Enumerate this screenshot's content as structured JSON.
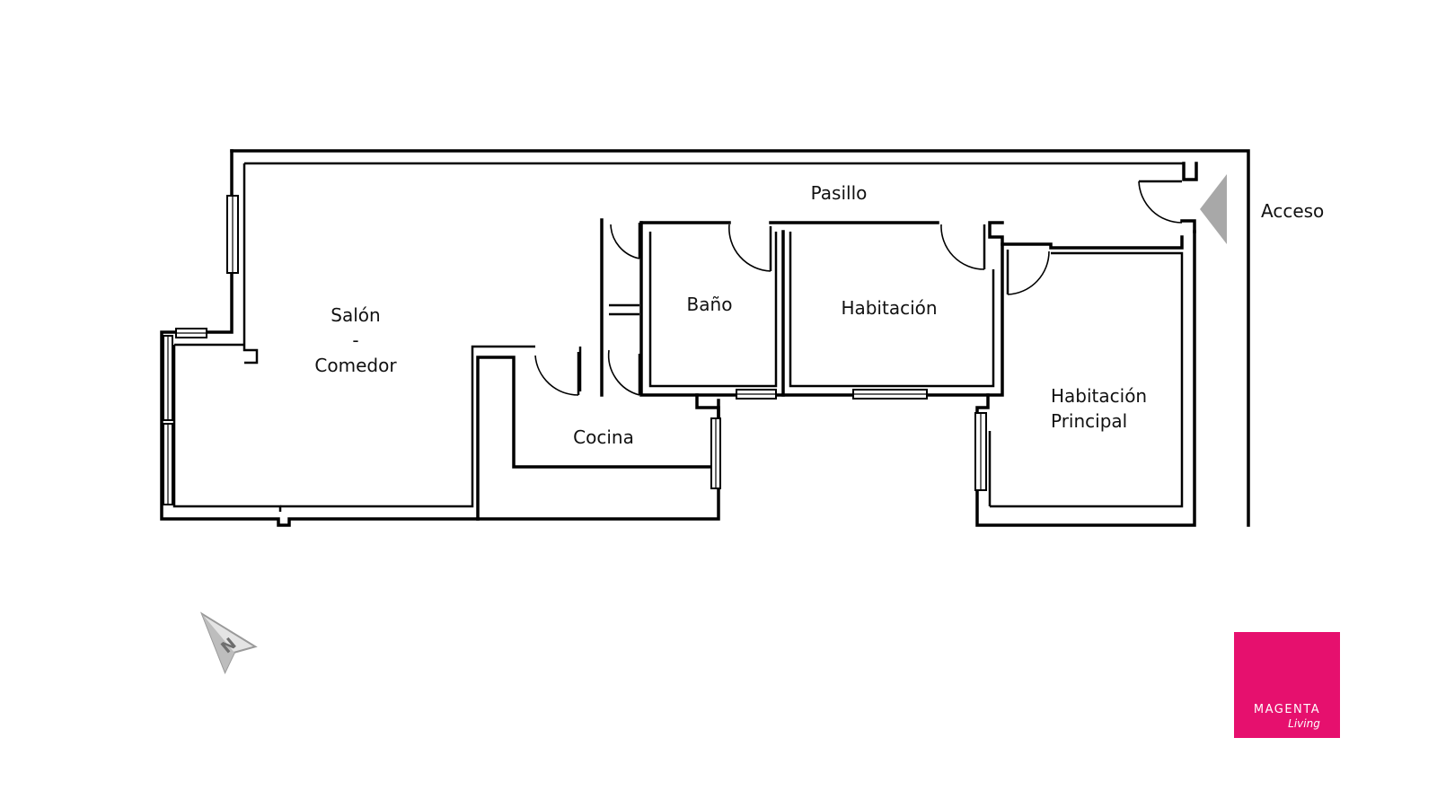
{
  "rooms": {
    "pasillo": "Pasillo",
    "acceso": "Acceso",
    "salon": "Salón",
    "dash": "-",
    "comedor": "Comedor",
    "bano": "Baño",
    "habitacion": "Habitación",
    "cocina": "Cocina",
    "habitacion_principal_1": "Habitación",
    "habitacion_principal_2": "Principal"
  },
  "compass": {
    "label": "N",
    "icon": "north-arrow-icon"
  },
  "logo": {
    "brand": "MAGENTA",
    "sub": "Living",
    "background": "#E6106E",
    "text_color": "#FFFFFF"
  },
  "colors": {
    "walls": "#000000",
    "entrance_marker": "#A8A8A8",
    "background": "#FFFFFF"
  }
}
